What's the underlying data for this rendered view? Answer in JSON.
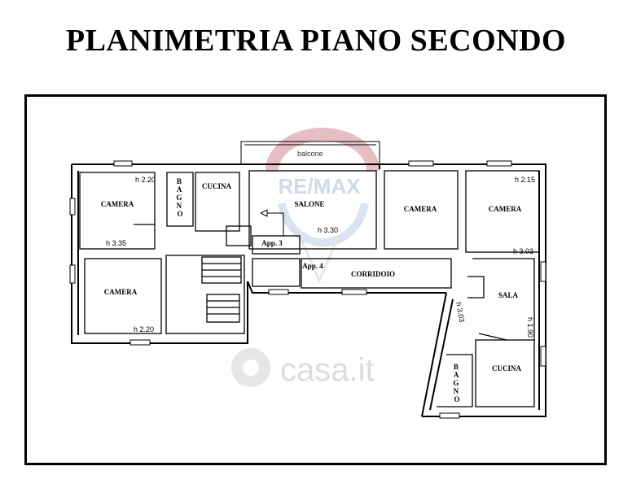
{
  "title": "PLANIMETRIA PIANO SECONDO",
  "watermarks": {
    "remax": "RE/MAX",
    "casa": "casa.it"
  },
  "rooms": {
    "camera_tl": "CAMERA",
    "bagno_top": "BAGNO",
    "cucina_top": "CUCINA",
    "salone": "SALONE",
    "camera_tr1": "CAMERA",
    "camera_tr2": "CAMERA",
    "camera_bl": "CAMERA",
    "app3": "App. 3",
    "app4": "App. 4",
    "corridoio": "CORRIDOIO",
    "sala": "SALA",
    "bagno_br": "BAGNO",
    "cucina_br": "CUCINA",
    "balcone": "balcone"
  },
  "heights": {
    "h_camera_tl_top": "h 2.20",
    "h_camera_tl_bottom": "h 3.35",
    "h_salone": "h 3.30",
    "h_camera_tr2_top": "h 2.15",
    "h_camera_tr2_bottom": "h 3.03",
    "h_camera_bl": "h 2.20",
    "h_diag": "h 3.03",
    "h_sala": "h 1.90"
  },
  "colors": {
    "remax_red": "#e4b7bd",
    "remax_blue": "#bfcfe4",
    "wall": "#000000"
  }
}
